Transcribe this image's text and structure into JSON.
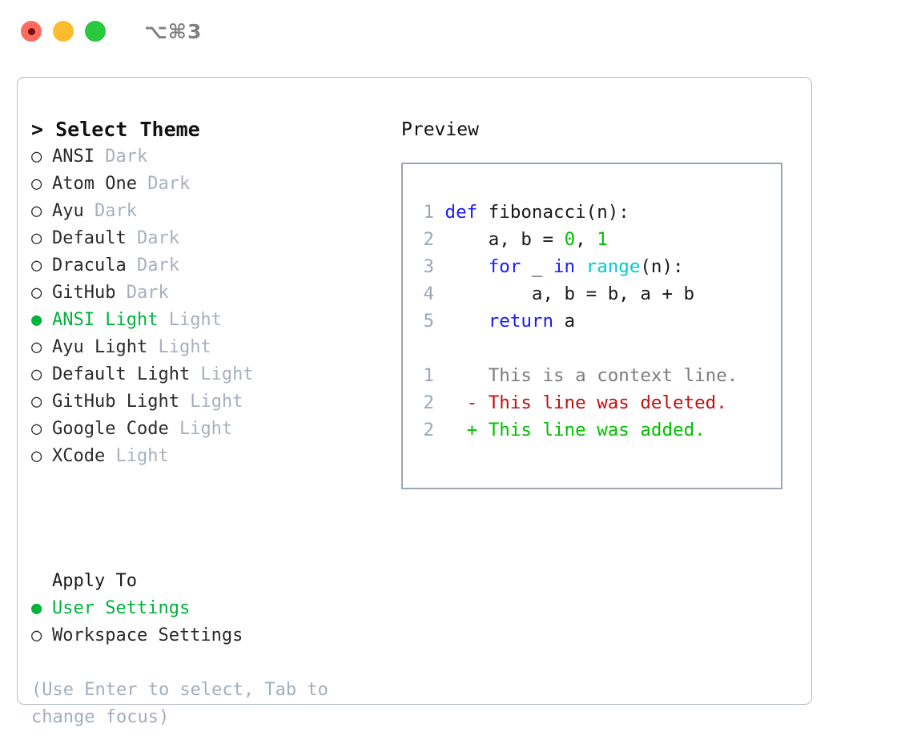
{
  "titlebar": {
    "shortcut": "⌥⌘3",
    "buttons": {
      "close": "close-button",
      "minimize": "minimize-button",
      "maximize": "maximize-button"
    }
  },
  "theme_panel": {
    "header": "> Select Theme",
    "options": [
      {
        "marker": "○",
        "name": "ANSI",
        "variant": "Dark",
        "selected": false
      },
      {
        "marker": "○",
        "name": "Atom One",
        "variant": "Dark",
        "selected": false
      },
      {
        "marker": "○",
        "name": "Ayu",
        "variant": "Dark",
        "selected": false
      },
      {
        "marker": "○",
        "name": "Default",
        "variant": "Dark",
        "selected": false
      },
      {
        "marker": "○",
        "name": "Dracula",
        "variant": "Dark",
        "selected": false
      },
      {
        "marker": "○",
        "name": "GitHub",
        "variant": "Dark",
        "selected": false
      },
      {
        "marker": "●",
        "name": "ANSI Light",
        "variant": "Light",
        "selected": true
      },
      {
        "marker": "○",
        "name": "Ayu Light",
        "variant": "Light",
        "selected": false
      },
      {
        "marker": "○",
        "name": "Default Light",
        "variant": "Light",
        "selected": false
      },
      {
        "marker": "○",
        "name": "GitHub Light",
        "variant": "Light",
        "selected": false
      },
      {
        "marker": "○",
        "name": "Google Code",
        "variant": "Light",
        "selected": false
      },
      {
        "marker": "○",
        "name": "XCode",
        "variant": "Light",
        "selected": false
      }
    ]
  },
  "apply_to": {
    "header": "Apply To",
    "options": [
      {
        "marker": "●",
        "name": "User Settings",
        "selected": true
      },
      {
        "marker": "○",
        "name": "Workspace Settings",
        "selected": false
      }
    ]
  },
  "hint": "(Use Enter to select, Tab to change focus)",
  "preview": {
    "title": "Preview",
    "code_lines": [
      {
        "lno": "1",
        "tokens": [
          {
            "t": "def",
            "c": "kw"
          },
          {
            "t": " fibonacci(n):",
            "c": "plain"
          }
        ]
      },
      {
        "lno": "2",
        "tokens": [
          {
            "t": "    a, b = ",
            "c": "plain"
          },
          {
            "t": "0",
            "c": "num"
          },
          {
            "t": ", ",
            "c": "plain"
          },
          {
            "t": "1",
            "c": "num"
          }
        ]
      },
      {
        "lno": "3",
        "tokens": [
          {
            "t": "    ",
            "c": "plain"
          },
          {
            "t": "for",
            "c": "kw"
          },
          {
            "t": " _ ",
            "c": "plain"
          },
          {
            "t": "in",
            "c": "kw"
          },
          {
            "t": " ",
            "c": "plain"
          },
          {
            "t": "range",
            "c": "fn"
          },
          {
            "t": "(n):",
            "c": "plain"
          }
        ]
      },
      {
        "lno": "4",
        "tokens": [
          {
            "t": "        a, b = b, a + b",
            "c": "plain"
          }
        ]
      },
      {
        "lno": "5",
        "tokens": [
          {
            "t": "    ",
            "c": "plain"
          },
          {
            "t": "return",
            "c": "kw"
          },
          {
            "t": " a",
            "c": "plain"
          }
        ]
      }
    ],
    "diff_lines": [
      {
        "lno": "1",
        "prefix": " ",
        "text": " This is a context line.",
        "kind": "diff-ctx"
      },
      {
        "lno": "2",
        "prefix": "-",
        "text": " This line was deleted.",
        "kind": "diff-del"
      },
      {
        "lno": "2",
        "prefix": "+",
        "text": " This line was added.",
        "kind": "diff-add"
      }
    ]
  },
  "colors": {
    "accent_green": "#00b33c",
    "keyword_blue": "#1a1aff",
    "function_cyan": "#00cccc",
    "number_green": "#00c000",
    "diff_deleted": "#c01010",
    "diff_added": "#00c000",
    "muted_gray": "#a8b0bd",
    "border": "#b3bcca",
    "preview_border": "#9aa6b6",
    "traffic_red": "#ff6b61",
    "traffic_yellow": "#fdbc2e",
    "traffic_green": "#28c93f"
  }
}
